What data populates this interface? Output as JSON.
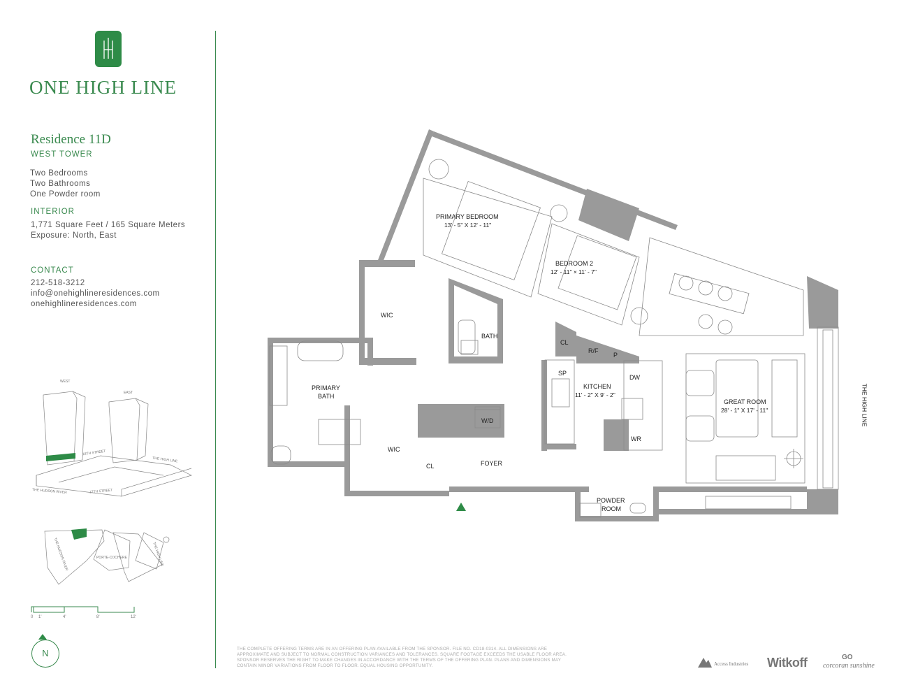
{
  "brand": {
    "logo_text": "ONE HIGH LINE"
  },
  "residence": {
    "title": "Residence 11D",
    "tower": "WEST TOWER",
    "rooms": [
      "Two Bedrooms",
      "Two Bathrooms",
      "One Powder room"
    ]
  },
  "interior": {
    "label": "INTERIOR",
    "area": "1,771 Square Feet / 165 Square Meters",
    "exposure": "Exposure: North, East"
  },
  "contact": {
    "label": "CONTACT",
    "phone": "212-518-3212",
    "email": "info@onehighlineresidences.com",
    "website": "onehighlineresidences.com"
  },
  "key_plan": {
    "west": "WEST",
    "east": "EAST",
    "street_18": "18TH STREET",
    "high_line": "THE HIGH LINE",
    "hudson_river": "THE HUDSON RIVER",
    "street_17": "17TH STREET",
    "porte_cochere": "PORTE-COCHERE"
  },
  "scale": [
    "0",
    "1'",
    "4'",
    "8'",
    "12'"
  ],
  "north_label": "N",
  "plan": {
    "primary_bedroom": {
      "name": "PRIMARY BEDROOM",
      "dims": "13' - 5\" X 12' - 11\""
    },
    "bedroom_2": {
      "name": "BEDROOM 2",
      "dims": "12' - 11\" × 11' - 7\""
    },
    "wic_top": "WIC",
    "bath": "BATH",
    "cl_kitchen": "CL",
    "rf": "R/F",
    "p": "P",
    "sp": "SP",
    "kitchen": {
      "name": "KITCHEN",
      "dims": "11' - 2\" X 9' - 2\""
    },
    "dw": "DW",
    "wr": "WR",
    "great_room": {
      "name": "GREAT ROOM",
      "dims": "28' - 1\" X 17' - 11\""
    },
    "primary_bath": {
      "name1": "PRIMARY",
      "name2": "BATH"
    },
    "wd": "W/D",
    "wic_bottom": "WIC",
    "cl_foyer": "CL",
    "foyer": "FOYER",
    "powder_room": {
      "name1": "POWDER",
      "name2": "ROOM"
    },
    "high_line_label": "THE HIGH LINE"
  },
  "disclaimer": "THE COMPLETE OFFERING TERMS ARE IN AN OFFERING PLAN AVAILABLE FROM THE SPONSOR. FILE NO. CD18-0314. ALL DIMENSIONS ARE APPROXIMATE AND SUBJECT TO NORMAL CONSTRUCTION VARIANCES AND TOLERANCES. SQUARE FOOTAGE EXCEEDS THE USABLE FLOOR AREA. SPONSOR RESERVES THE RIGHT TO MAKE CHANGES IN ACCORDANCE WITH THE TERMS OF THE OFFERING PLAN. PLANS AND DIMENSIONS MAY CONTAIN MINOR VARIATIONS FROM FLOOR TO FLOOR. EQUAL HOUSING OPPORTUNITY.",
  "partners": {
    "access": "Access Industries",
    "witkoff": "Witkoff",
    "corcoran": "corcoran sunshine",
    "corcoran_mark": "GO"
  },
  "colors": {
    "accent": "#3a8a4f",
    "wall": "#9a9a9a"
  }
}
